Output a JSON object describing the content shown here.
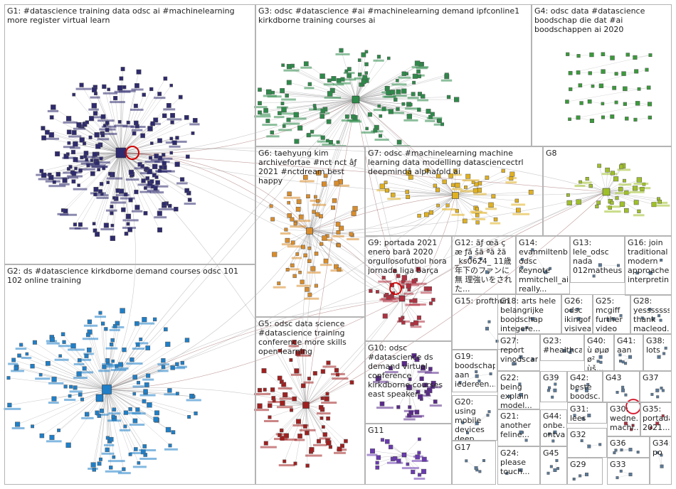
{
  "window": {
    "title": "Network graph of group clusters"
  },
  "colors": {
    "border": "#b4b4b4",
    "edge": "#9a9a9a",
    "g1": "#2e2a6e",
    "g2": "#1f7fc8",
    "g3": "#2e8a4a",
    "g4": "#3a9a3a",
    "g5": "#a02020",
    "g6": "#d98c2a",
    "g7": "#e0b020",
    "g8": "#9fbf2a",
    "g9": "#b03040",
    "g10": "#5a2a8a",
    "g11": "#6a3ab0",
    "small": "#5a7a9a"
  },
  "groups": [
    {
      "id": "g1",
      "label": "G1: #datascience training data odsc ai #machinelearning more register virtual learn"
    },
    {
      "id": "g2",
      "label": "G2: ds #datascience kirkdborne demand courses odsc 101 102 online training"
    },
    {
      "id": "g3",
      "label": "G3: odsc #datascience #ai #machinelearning demand ipfconline1 kirkdborne training courses ai"
    },
    {
      "id": "g4",
      "label": "G4: odsc data #datascience boodschap die dat #ai boodschappen ai 2020"
    },
    {
      "id": "g5",
      "label": "G5: odsc data science #datascience training conference more skills open learning"
    },
    {
      "id": "g6",
      "label": "G6: taehyung kim archivefortae #nct nct âƒ 2021 #nctdream best happy"
    },
    {
      "id": "g7",
      "label": "G7: odsc #machinelearning machine learning data modelling datasciencectrl deepmindâ alphafold ai"
    },
    {
      "id": "g8",
      "label": "G8"
    },
    {
      "id": "g9",
      "label": "G9: portada 2021 enero barã 2020 orgullosofutbol hora jornada liga barça"
    },
    {
      "id": "g10",
      "label": "G10: odsc #datascience ds demand virtual conference kirkdborne courses east speaker"
    },
    {
      "id": "g11",
      "label": "G11"
    },
    {
      "id": "g12",
      "label": "G12: ãƒ œã ç æ ƒã šã ªã žã _ks0624_ 11歳 年下のファンに無 理強いをされた..."
    },
    {
      "id": "g13",
      "label": "G13: lele_odsc nada 012matheusi..."
    },
    {
      "id": "g14",
      "label": "G14: evanmiltenb... odsc keynote mmitchell_ai really..."
    },
    {
      "id": "g15",
      "label": "G15: profthun"
    },
    {
      "id": "g16",
      "label": "G16: join traditional modern approaches interpretin..."
    },
    {
      "id": "g17",
      "label": "G17"
    },
    {
      "id": "g18",
      "label": "G18: arts hele belangrijke boodschap integere..."
    },
    {
      "id": "g19",
      "label": "G19: boodschap aan iedereen..."
    },
    {
      "id": "g20",
      "label": "G20: using mobile devices deep..."
    },
    {
      "id": "g21",
      "label": "G21: another feline..."
    },
    {
      "id": "g22",
      "label": "G22: being explain model..."
    },
    {
      "id": "g23",
      "label": "G23: #healthca..."
    },
    {
      "id": "g24",
      "label": "G24: please touch..."
    },
    {
      "id": "g25",
      "label": "G25: mcgiff further video bad"
    },
    {
      "id": "g26",
      "label": "G26: odsc ikingofml1 visiveai justaiglo..."
    },
    {
      "id": "g27",
      "label": "G27: report vinodscar..."
    },
    {
      "id": "g28",
      "label": "G28: yesssssss thank macleod..."
    },
    {
      "id": "g29",
      "label": "G29"
    },
    {
      "id": "g30",
      "label": "G30: wedne... machi..."
    },
    {
      "id": "g31",
      "label": "G31: lees tussen..."
    },
    {
      "id": "g32",
      "label": "G32"
    },
    {
      "id": "g33",
      "label": "G33"
    },
    {
      "id": "g34",
      "label": "G34: po"
    },
    {
      "id": "g35",
      "label": "G35: portada 2021..."
    },
    {
      "id": "g36",
      "label": "G36"
    },
    {
      "id": "g37",
      "label": "G37"
    },
    {
      "id": "g38",
      "label": "G38: lots"
    },
    {
      "id": "g39",
      "label": "G39"
    },
    {
      "id": "g40",
      "label": "G40: ù øµø ø² ùš..."
    },
    {
      "id": "g41",
      "label": "G41: aan"
    },
    {
      "id": "g42",
      "label": "G42: beste boodsc..."
    },
    {
      "id": "g43",
      "label": "G43"
    },
    {
      "id": "g44",
      "label": "G44: onbe... ontva..."
    },
    {
      "id": "g45",
      "label": "G45"
    }
  ]
}
